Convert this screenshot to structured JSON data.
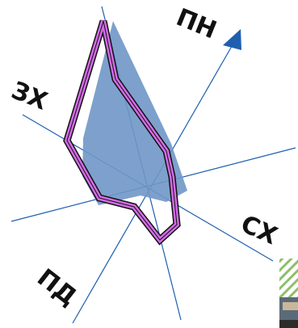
{
  "directions": {
    "north_east": "ПН",
    "west": "ЗХ",
    "east": "СХ",
    "south_west": "ПД"
  },
  "colors": {
    "axis_line": "#1f5fb0",
    "arrow": "#1f5fb0",
    "shadow_fill": "#6f97c7",
    "outline_pink": "#d46be8",
    "outline_dark": "#111111",
    "interior": "#ffffff",
    "thumbnail_hatch": "#8cbf6b"
  }
}
